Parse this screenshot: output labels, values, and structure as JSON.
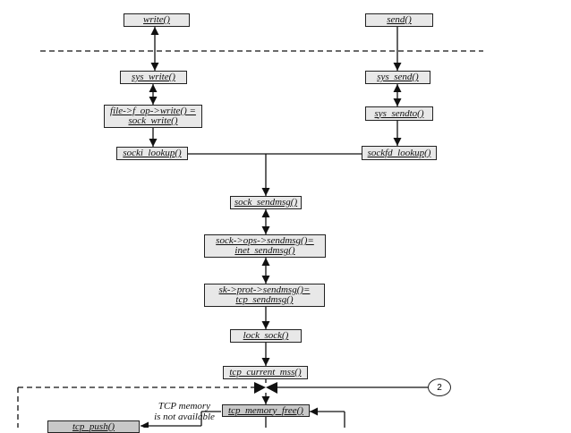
{
  "boxes": {
    "write": "write()",
    "send": "send()",
    "sys_write": "sys_write()",
    "sys_send": "sys_send()",
    "file_op_line1": "file->f_op->write() =",
    "file_op_line2": "sock_write()",
    "sys_sendto": "sys_sendto()",
    "socki_lookup": "socki_lookup()",
    "sockfd_lookup": "sockfd_lookup()",
    "sock_sendmsg": "sock_sendmsg()",
    "ops_line1": "sock->ops->sendmsg()=",
    "ops_line2": "inet_sendmsg()",
    "prot_line1": "sk->prot->sendmsg()=",
    "prot_line2": "tcp_sendmsg()",
    "lock_sock": "lock_sock()",
    "tcp_current_mss": "tcp_current_mss()",
    "tcp_memory_free": "tcp_memory_free()",
    "tcp_push": "tcp_push()"
  },
  "annotations": {
    "tcp_memory_line1": "TCP memory",
    "tcp_memory_line2": "is not available",
    "connector_label": "2"
  }
}
